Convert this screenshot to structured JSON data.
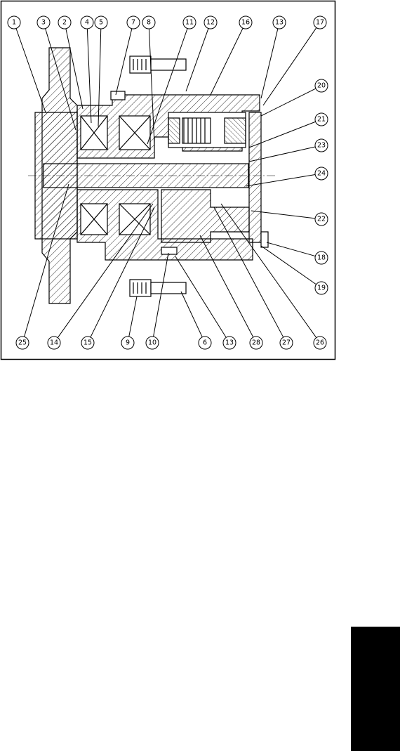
{
  "diagram": {
    "type": "cross-section-drawing",
    "subject": "planetary gearbox / final drive",
    "callouts": [
      "1",
      "2",
      "3",
      "4",
      "5",
      "6",
      "7",
      "8",
      "9",
      "10",
      "11",
      "12",
      "13",
      "14",
      "15",
      "16",
      "17",
      "18",
      "19",
      "20",
      "21",
      "22",
      "23",
      "24",
      "25",
      "26",
      "27",
      "28"
    ],
    "colors": {
      "line": "#000000",
      "background": "#ffffff",
      "tab": "#000000"
    }
  }
}
